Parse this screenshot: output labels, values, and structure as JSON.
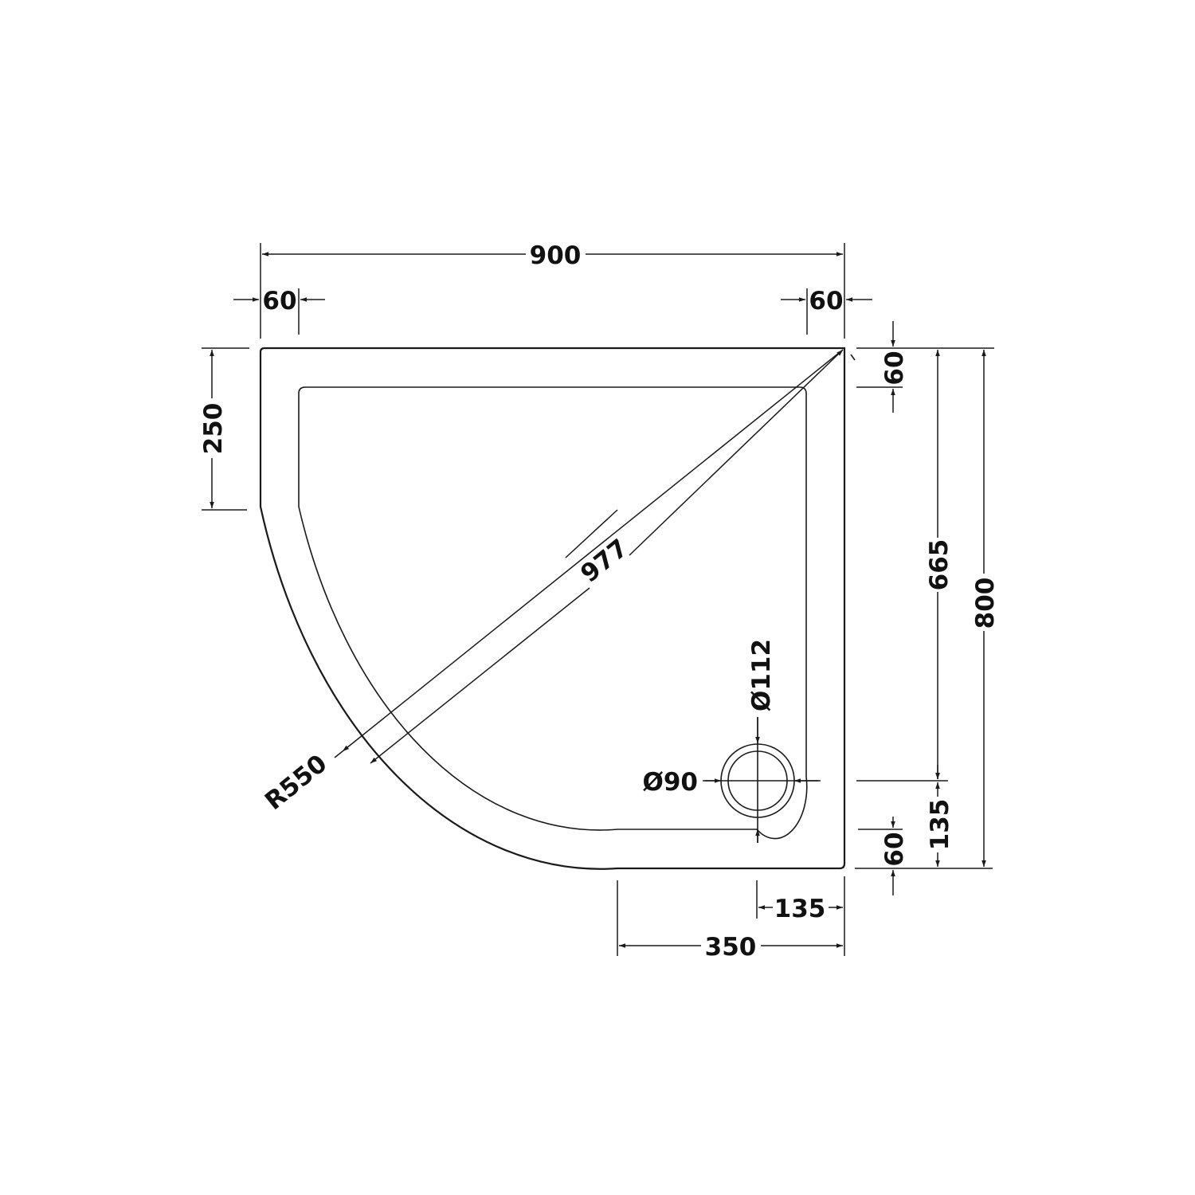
{
  "drawing": {
    "subject": "Quadrant shower tray technical drawing",
    "line_color": "#1a1a1a",
    "background": "#ffffff"
  },
  "dimensions": {
    "overall_width": "900",
    "top_left_rim": "60",
    "top_right_rim": "60",
    "right_top_rim": "60",
    "left_straight_height": "250",
    "diagonal": "977",
    "radius": "R550",
    "waste_outer_diameter": "Ø112",
    "waste_inner_diameter": "Ø90",
    "right_inner_to_waste": "665",
    "overall_depth": "800",
    "waste_to_bottom": "135",
    "bottom_rim": "60",
    "waste_to_right": "135",
    "bottom_straight_width": "350"
  }
}
